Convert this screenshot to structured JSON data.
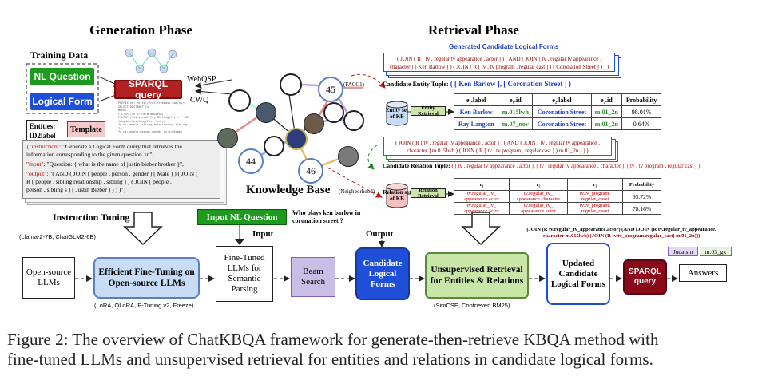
{
  "phases": {
    "generation": "Generation Phase",
    "retrieval": "Retrieval Phase"
  },
  "training": {
    "title": "Training Data",
    "nl_question": "NL Question",
    "logical_form": "Logical Form",
    "sparql": "SPARQL query",
    "entities": "Entities:",
    "entities2": "ID2label",
    "template": "Template",
    "webqsp": "WebQSP",
    "cwq": "CWQ"
  },
  "instruction": {
    "l1k": "{\"instruction\"",
    "l1": ": \"Generate a Logical Form query that retrieves the",
    "l2": "information corresponding to the given question. \\n\",",
    "l3k": "\"input\"",
    "l3": ": \"Question: { what is the name of justin bieber brother }\",",
    "l4k": "\"output\"",
    "l4": ": \"( AND ( JOIN [ people , person , gender ] [ Male ] ) ( JOIN (",
    "l5": "R [ people , sibling relationship , sibling ] ) ( JOIN [ people ,",
    "l6": "person , sibling s ] [ Justin Bieber ] ) ) )\"}"
  },
  "kb": {
    "title": "Knowledge Base",
    "n45": "45",
    "n44": "44",
    "n46": "46",
    "facc1": "(FACC1)",
    "neighborhood": "(Neighborhood)"
  },
  "retrieval": {
    "candidates_title": "Generated Candidate Logical Forms",
    "cand1": "( JOIN ( R [ tv , regular tv appearance , actor ] ) ( AND ( JOIN [ tv , regular tv appearance ,",
    "cand2": "character ] [ Ken Barlow ] ) ( JOIN ( R [ tv , tv program , regular cast ] ) [ Coronation Street ] ) ) )",
    "entity_tuple_label": "Candidate Entity Tuple:",
    "entity_tuple": "( [ Ken Barlow ], [ Coronation Street ] )",
    "entity_set": "Entity set of KB",
    "entity_retrieval": "Entity Retrieval",
    "entity_headers": [
      "e₁.label",
      "e₁.id",
      "e₂.label",
      "e₂.id",
      "Probability"
    ],
    "entity_rows": [
      [
        "Ken Barlow",
        "m.015lwh",
        "Coronation Street",
        "m.01_2n",
        "98.01%"
      ],
      [
        "Ray Langton",
        "m.07_nov",
        "Coronation Street",
        "m.01_2n",
        "0.64%"
      ]
    ],
    "mid1": "( JOIN ( R [ tv , regular tv appearance , actor ] ) ( AND ( JOIN [ tv , regular tv appearance ,",
    "mid2": "character ] m.015lwh ) ( JOIN ( R [ tv , tv program , regular cast ] ) m.01_2n ) ) )",
    "relation_tuple_label": "Candidate Relation Tuple:",
    "relation_tuple": "( [ tv , regular tv appearance , actor ], [ tv , regular tv appearance , character ], [ tv , tv program , regular cast ] )",
    "relation_set": "Relation set of KB",
    "relation_retrieval": "Relation Retrieval",
    "relation_headers": [
      "r₁",
      "r₂",
      "r₃",
      "Probability"
    ],
    "relation_rows": [
      [
        "tv.regular_tv_ appearance.actor",
        "tv.regular_tv_ appearance.character",
        "tv.tv_program. regular_caset",
        "95.72%"
      ],
      [
        "tv.regular_tv_ appearance.actor",
        "tv.regular_tv_ appearance.actor",
        "tv.tv_program. regular_caset",
        "78.16%"
      ]
    ]
  },
  "pipeline": {
    "llama": "(Llama-2-7B, ChatGLM2-6B)",
    "instruction_tuning": "Instruction Tuning",
    "open_source": "Open-source LLMs",
    "fine_tuning": "Efficient Fine-Tuning on Open-source LLMs",
    "methods": "(LoRA, QLoRA, P-Tuning v2, Freeze)",
    "input_nl": "Input NL Question",
    "input": "Input",
    "question": "Who plays ken barlow in coronation street ?",
    "fine_tuned": "Fine-Tuned LLMs for Semantic Parsing",
    "beam": "Beam Search",
    "output": "Output",
    "candidate_lf": "Candidate Logical Forms",
    "unsupervised": "Unsupervised Retrieval for Entities & Relations",
    "retrievers": "(SimCSE, Contriever, BM25)",
    "updated": "Updated Candidate Logical Forms",
    "final1": "(JOIN (R tv.regular_tv_appearance.actor) (AND (JOIN (R tv.regular_tv_appearance.",
    "final2": "character m.015lwh) (JOIN (R tv.tv_program.regular_cast) m.01_2n)))",
    "sparql": "SPARQL query",
    "judaism": "Judaism",
    "mid": "m.03_gx",
    "answers": "Answers"
  },
  "caption": {
    "line1": "Figure 2:  The overview of ChatKBQA framework for generate-then-retrieve KBQA method with",
    "line2": "fine-tuned LLMs and unsupervised retrieval for entities and relations in candidate logical forms."
  },
  "colors": {
    "green": "#1e8c1e",
    "blue": "#1f4fd8",
    "red": "#b22222",
    "purple": "#7b61c9",
    "darkred": "#8b0a1a",
    "lightblue": "#c8dcf5",
    "lightgreen": "#c9e6a8"
  }
}
